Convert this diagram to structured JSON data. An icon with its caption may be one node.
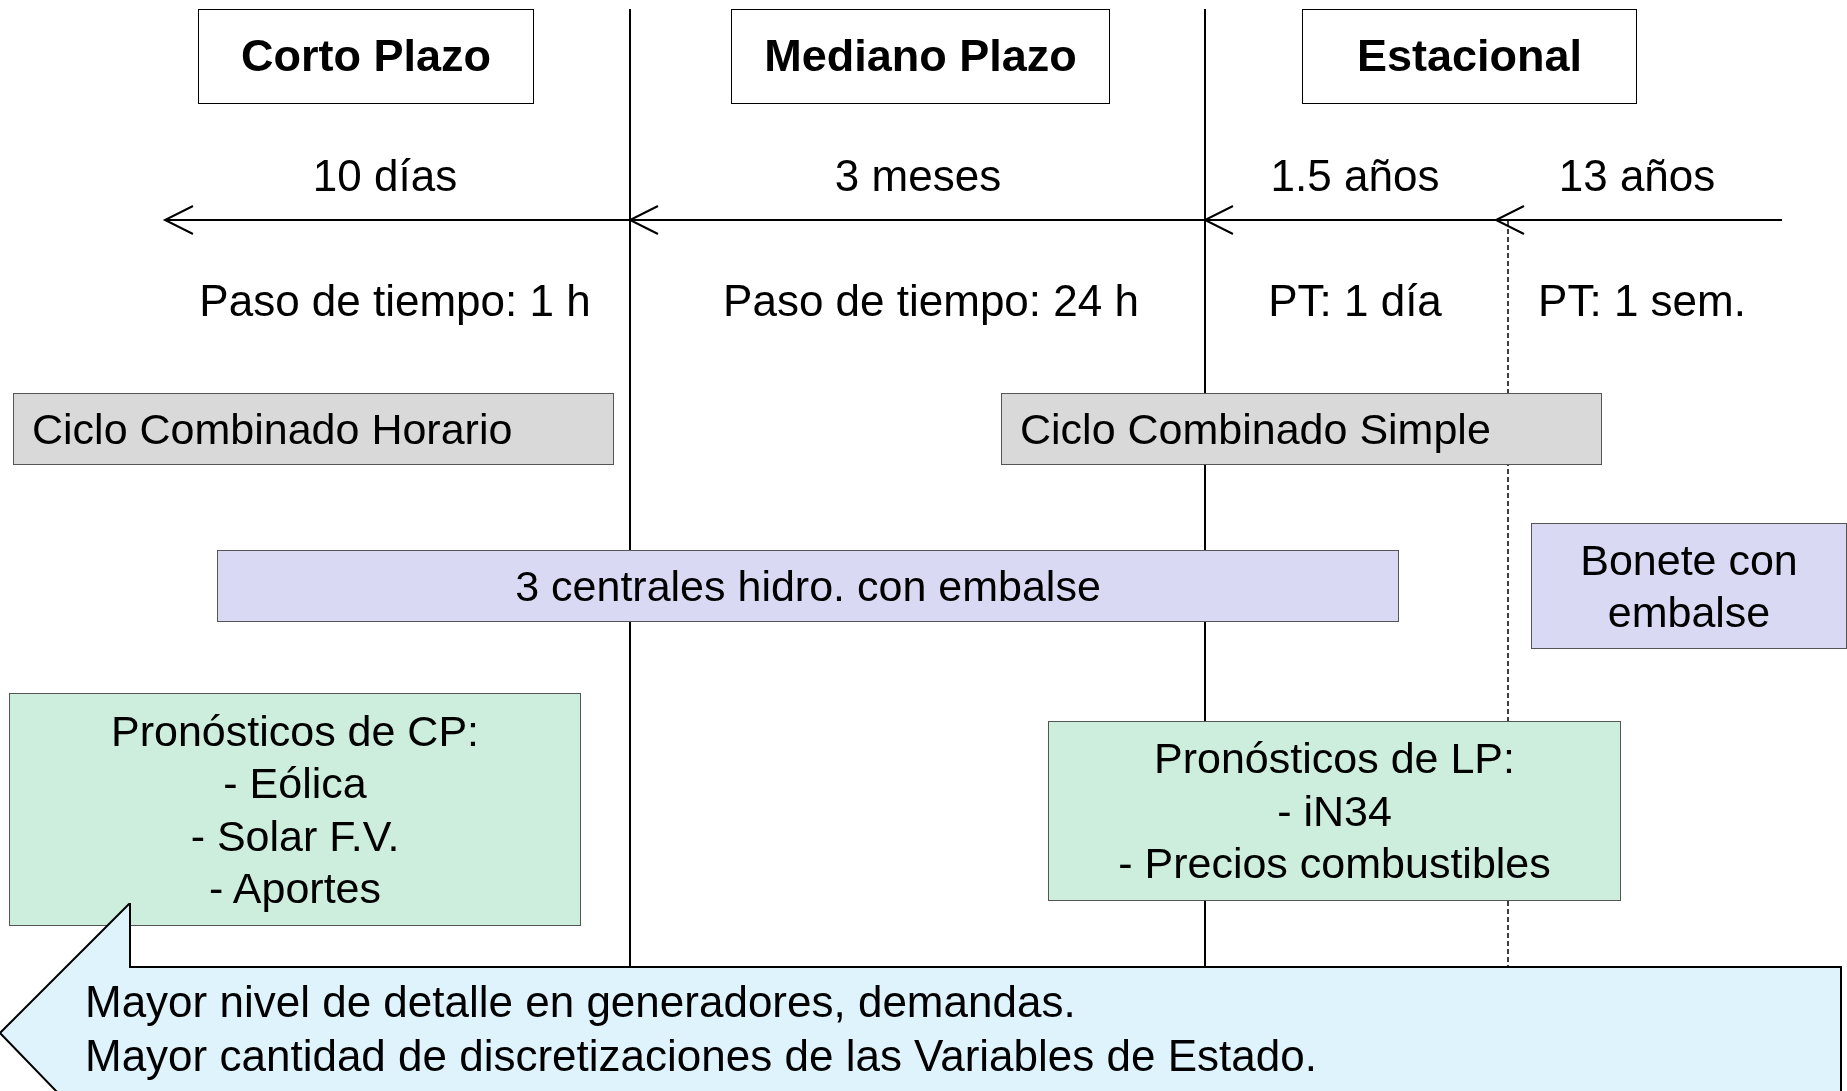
{
  "diagram": {
    "nodes": [
      {
        "text": [
          "Corto Plazo"
        ]
      },
      {
        "text": [
          "Mediano Plazo"
        ]
      },
      {
        "text": [
          "Estacional"
        ]
      },
      {
        "text": [
          "Ciclo Combinado Horario"
        ]
      },
      {
        "text": [
          "Ciclo Combinado Simple"
        ]
      },
      {
        "text": [
          "Bonete con embalse"
        ]
      },
      {
        "text": [
          "3 centrales hidro. con embalse"
        ]
      },
      {
        "text": [
          "Pronósticos de CP:",
          "- Eólica",
          "- Solar F.V.",
          "- Aportes"
        ]
      },
      {
        "text": [
          "Pronósticos de LP:",
          "- iN34",
          "- Precios combustibles"
        ]
      },
      {
        "text": [
          "Mayor nivel de detalle en generadores, demandas.",
          "Mayor cantidad de discretizaciones de las Variables de Estado."
        ]
      }
    ],
    "labels": [
      "10 días",
      "3 meses",
      "1.5 años",
      "13 años",
      "Paso de tiempo: 1 h",
      "Paso de tiempo: 24 h",
      "PT: 1 día",
      "PT: 1 sem."
    ]
  }
}
